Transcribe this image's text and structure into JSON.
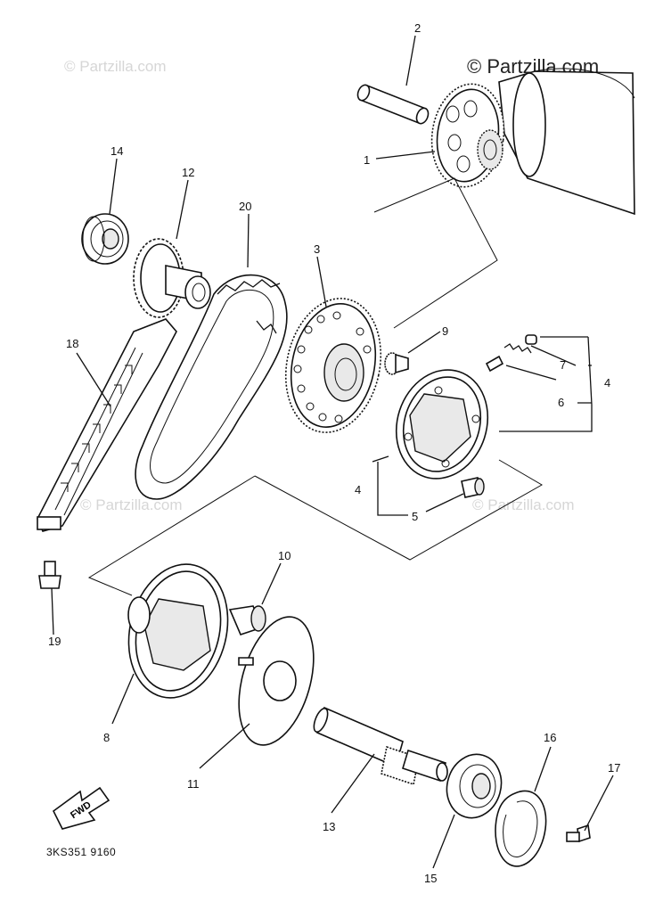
{
  "watermarks": {
    "main": "© Partzilla.com",
    "faint": "© Partzilla.com"
  },
  "diagram_code": "3KS351 9160",
  "fwd_label": "FWD",
  "callouts": {
    "p1": "1",
    "p2": "2",
    "p3": "3",
    "p4a": "4",
    "p4b": "4",
    "p5": "5",
    "p6": "6",
    "p7": "7",
    "p8": "8",
    "p9": "9",
    "p10": "10",
    "p11": "11",
    "p12": "12",
    "p13": "13",
    "p14": "14",
    "p15": "15",
    "p16": "16",
    "p17": "17",
    "p18": "18",
    "p19": "19",
    "p20": "20"
  }
}
